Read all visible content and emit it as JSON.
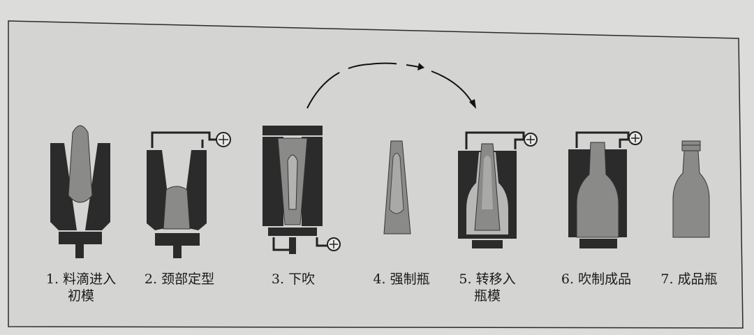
{
  "colors": {
    "background": "#dcdcda",
    "panel": "#d4d4d2",
    "mold": "#2b2b2b",
    "glass": "#8a8a88",
    "glass_light": "#a9a9a7"
  },
  "steps": [
    {
      "line1": "1. 料滴进入",
      "line2": "初模"
    },
    {
      "line1": "2. 颈部定型",
      "line2": ""
    },
    {
      "line1": "3. 下吹",
      "line2": ""
    },
    {
      "line1": "4. 强制瓶",
      "line2": ""
    },
    {
      "line1": "5. 转移入",
      "line2": "瓶模"
    },
    {
      "line1": "6. 吹制成品",
      "line2": ""
    },
    {
      "line1": "7. 成品瓶",
      "line2": ""
    }
  ],
  "icons": [
    "curved-transfer-arrow-icon",
    "air-valve-icon"
  ]
}
